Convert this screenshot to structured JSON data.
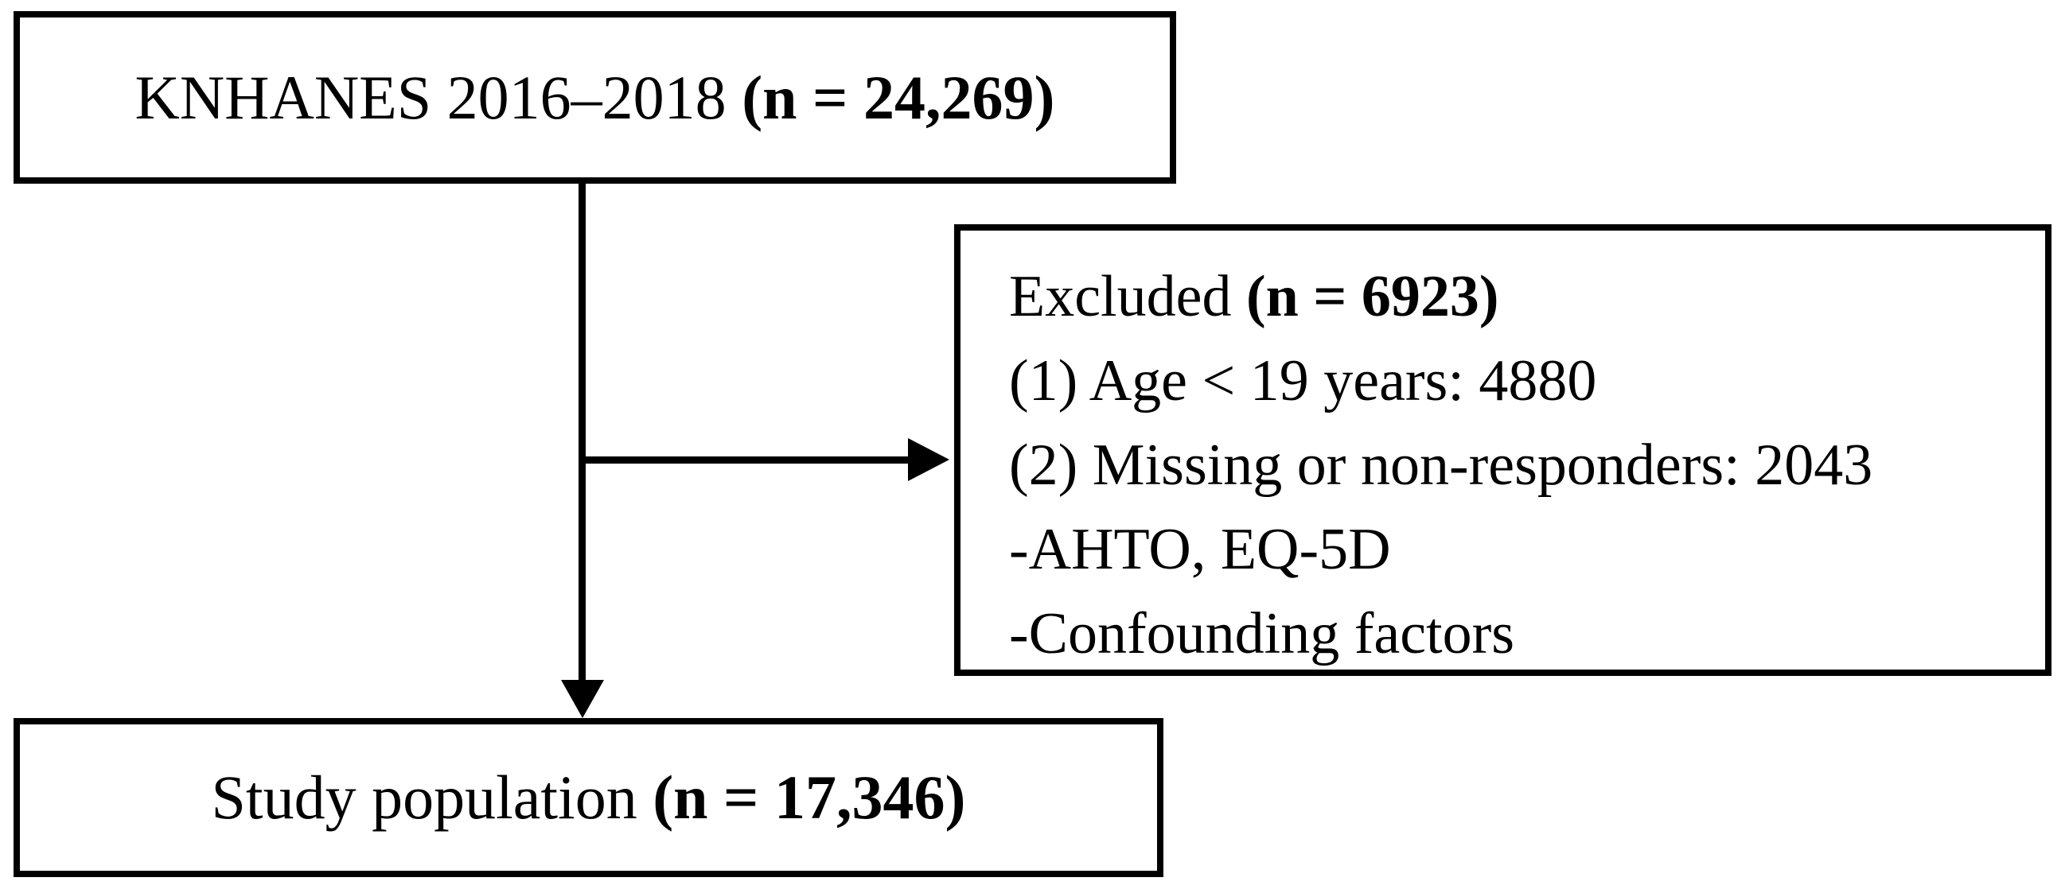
{
  "flowchart": {
    "source_box": {
      "text": "KNHANES 2016–2018 ",
      "count": "(n = 24,269)"
    },
    "exclusion_box": {
      "title": "Excluded ",
      "count": "(n = 6923)",
      "reasons": [
        "(1) Age < 19 years: 4880",
        "(2) Missing or non-responders: 2043",
        "-AHTO, EQ-5D",
        "-Confounding factors"
      ]
    },
    "study_box": {
      "text": "Study population ",
      "count": "(n = 17,346)"
    }
  },
  "colors": {
    "stroke": "#000000",
    "text": "#000000",
    "background": "#ffffff"
  }
}
